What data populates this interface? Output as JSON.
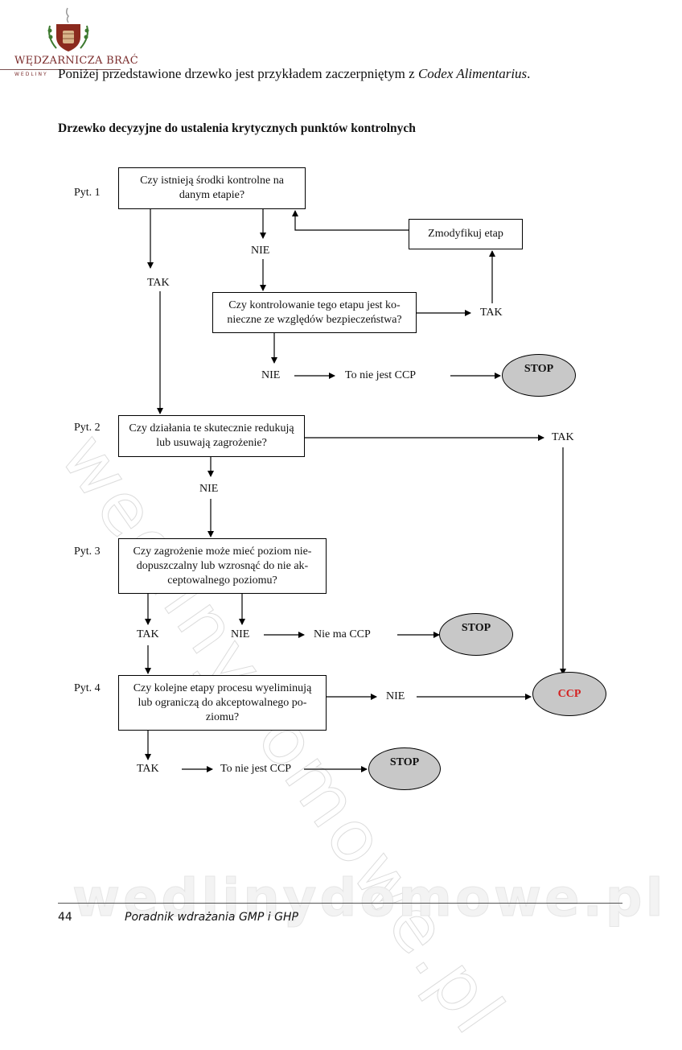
{
  "header": {
    "brand_name": "WĘDZARNICZA BRAĆ",
    "brand_sub": "WEDLINY",
    "logo_icon": "smokehouse-crest-icon"
  },
  "intro": {
    "text_before": "Poniżej przedstawione drzewko jest przykładem zaczerpniętym z ",
    "text_italic": "Codex Alimentarius",
    "text_after": "."
  },
  "heading": "Drzewko decyzyjne do ustalenia krytycznych punktów kontrolnych",
  "diagram": {
    "questions": [
      {
        "label": "Pyt. 1",
        "text": "Czy istnieją środki kontrolne na danym etapie?"
      },
      {
        "label": "Pyt. 2",
        "text": "Czy działania te skutecznie redukują lub usuwają zagrożenie?"
      },
      {
        "label": "Pyt. 3",
        "text": "Czy zagrożenie może mieć poziom nie-dopuszczalny lub wzrosnąć do nie ak-ceptowalnego poziomu?"
      },
      {
        "label": "Pyt. 4",
        "text": "Czy kolejne etapy procesu wyeliminują lub ograniczą do akceptowalnego po-ziomu?"
      }
    ],
    "sub_question": "Czy kontrolowanie tego etapu jest ko-nieczne ze względów bezpieczeństwa?",
    "modify_box": "Zmodyfikuj etap",
    "answers": {
      "yes": "TAK",
      "no": "NIE"
    },
    "outcomes": {
      "not_ccp": "To nie jest CCP",
      "no_ccp": "Nie ma CCP",
      "stop": "STOP",
      "ccp": "CCP"
    },
    "colors": {
      "terminal_fill": "#c8c8c8",
      "ccp_text": "#d42020"
    }
  },
  "footer": {
    "page_number": "44",
    "title": "Poradnik wdrażania GMP i GHP"
  },
  "watermark": "wedlinydomowe.pl"
}
